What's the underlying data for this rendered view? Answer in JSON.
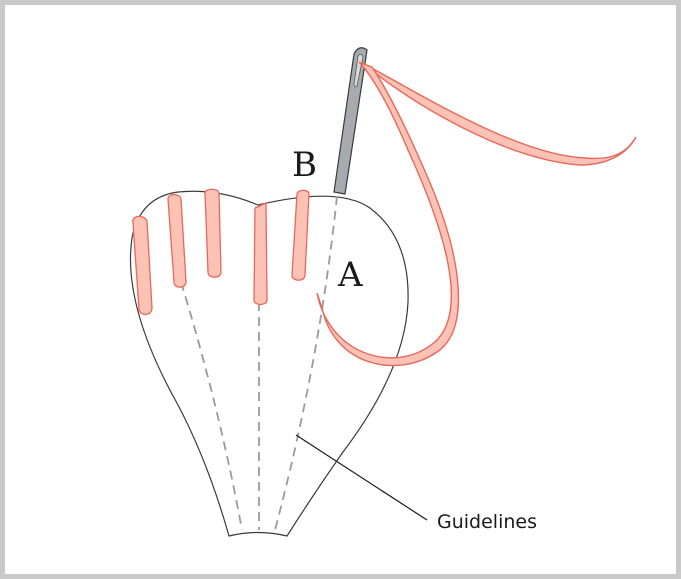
{
  "labels": {
    "point_b": "B",
    "point_a": "A",
    "guidelines": "Guidelines"
  },
  "colors": {
    "frame_border": "#c9c9c9",
    "outline": "#3a3a3a",
    "stitch_fill": "#fbc2b5",
    "stitch_stroke": "#e8685a",
    "guideline": "#9a9a9a",
    "needle": "#a7abb0"
  }
}
